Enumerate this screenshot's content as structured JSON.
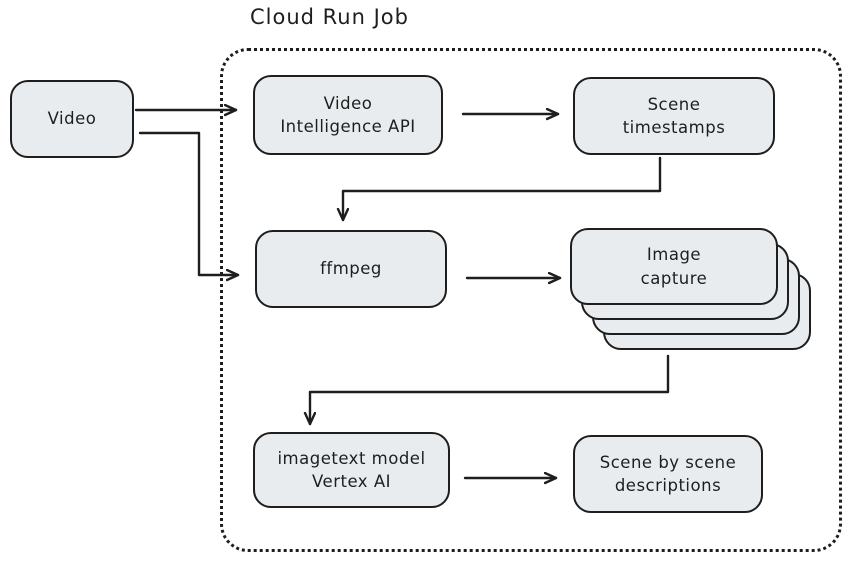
{
  "title": "Cloud Run Job",
  "nodes": {
    "video": {
      "label": "Video"
    },
    "video_intelligence": {
      "label": "Video\nIntelligence API"
    },
    "scene_timestamps": {
      "label": "Scene\ntimestamps"
    },
    "ffmpeg": {
      "label": "ffmpeg"
    },
    "image_capture": {
      "label": "Image\ncapture",
      "stack_count": 4
    },
    "imagetext_model": {
      "label": "imagetext model\nVertex AI"
    },
    "scene_descriptions": {
      "label": "Scene by scene\ndescriptions"
    }
  },
  "edges": [
    {
      "from": "video",
      "to": "video_intelligence"
    },
    {
      "from": "video",
      "to": "ffmpeg"
    },
    {
      "from": "video_intelligence",
      "to": "scene_timestamps"
    },
    {
      "from": "scene_timestamps",
      "to": "ffmpeg"
    },
    {
      "from": "ffmpeg",
      "to": "image_capture"
    },
    {
      "from": "image_capture",
      "to": "imagetext_model"
    },
    {
      "from": "imagetext_model",
      "to": "scene_descriptions"
    }
  ],
  "colors": {
    "node_fill": "#e9ecef",
    "stroke": "#1e1e1e",
    "background": "#ffffff"
  }
}
